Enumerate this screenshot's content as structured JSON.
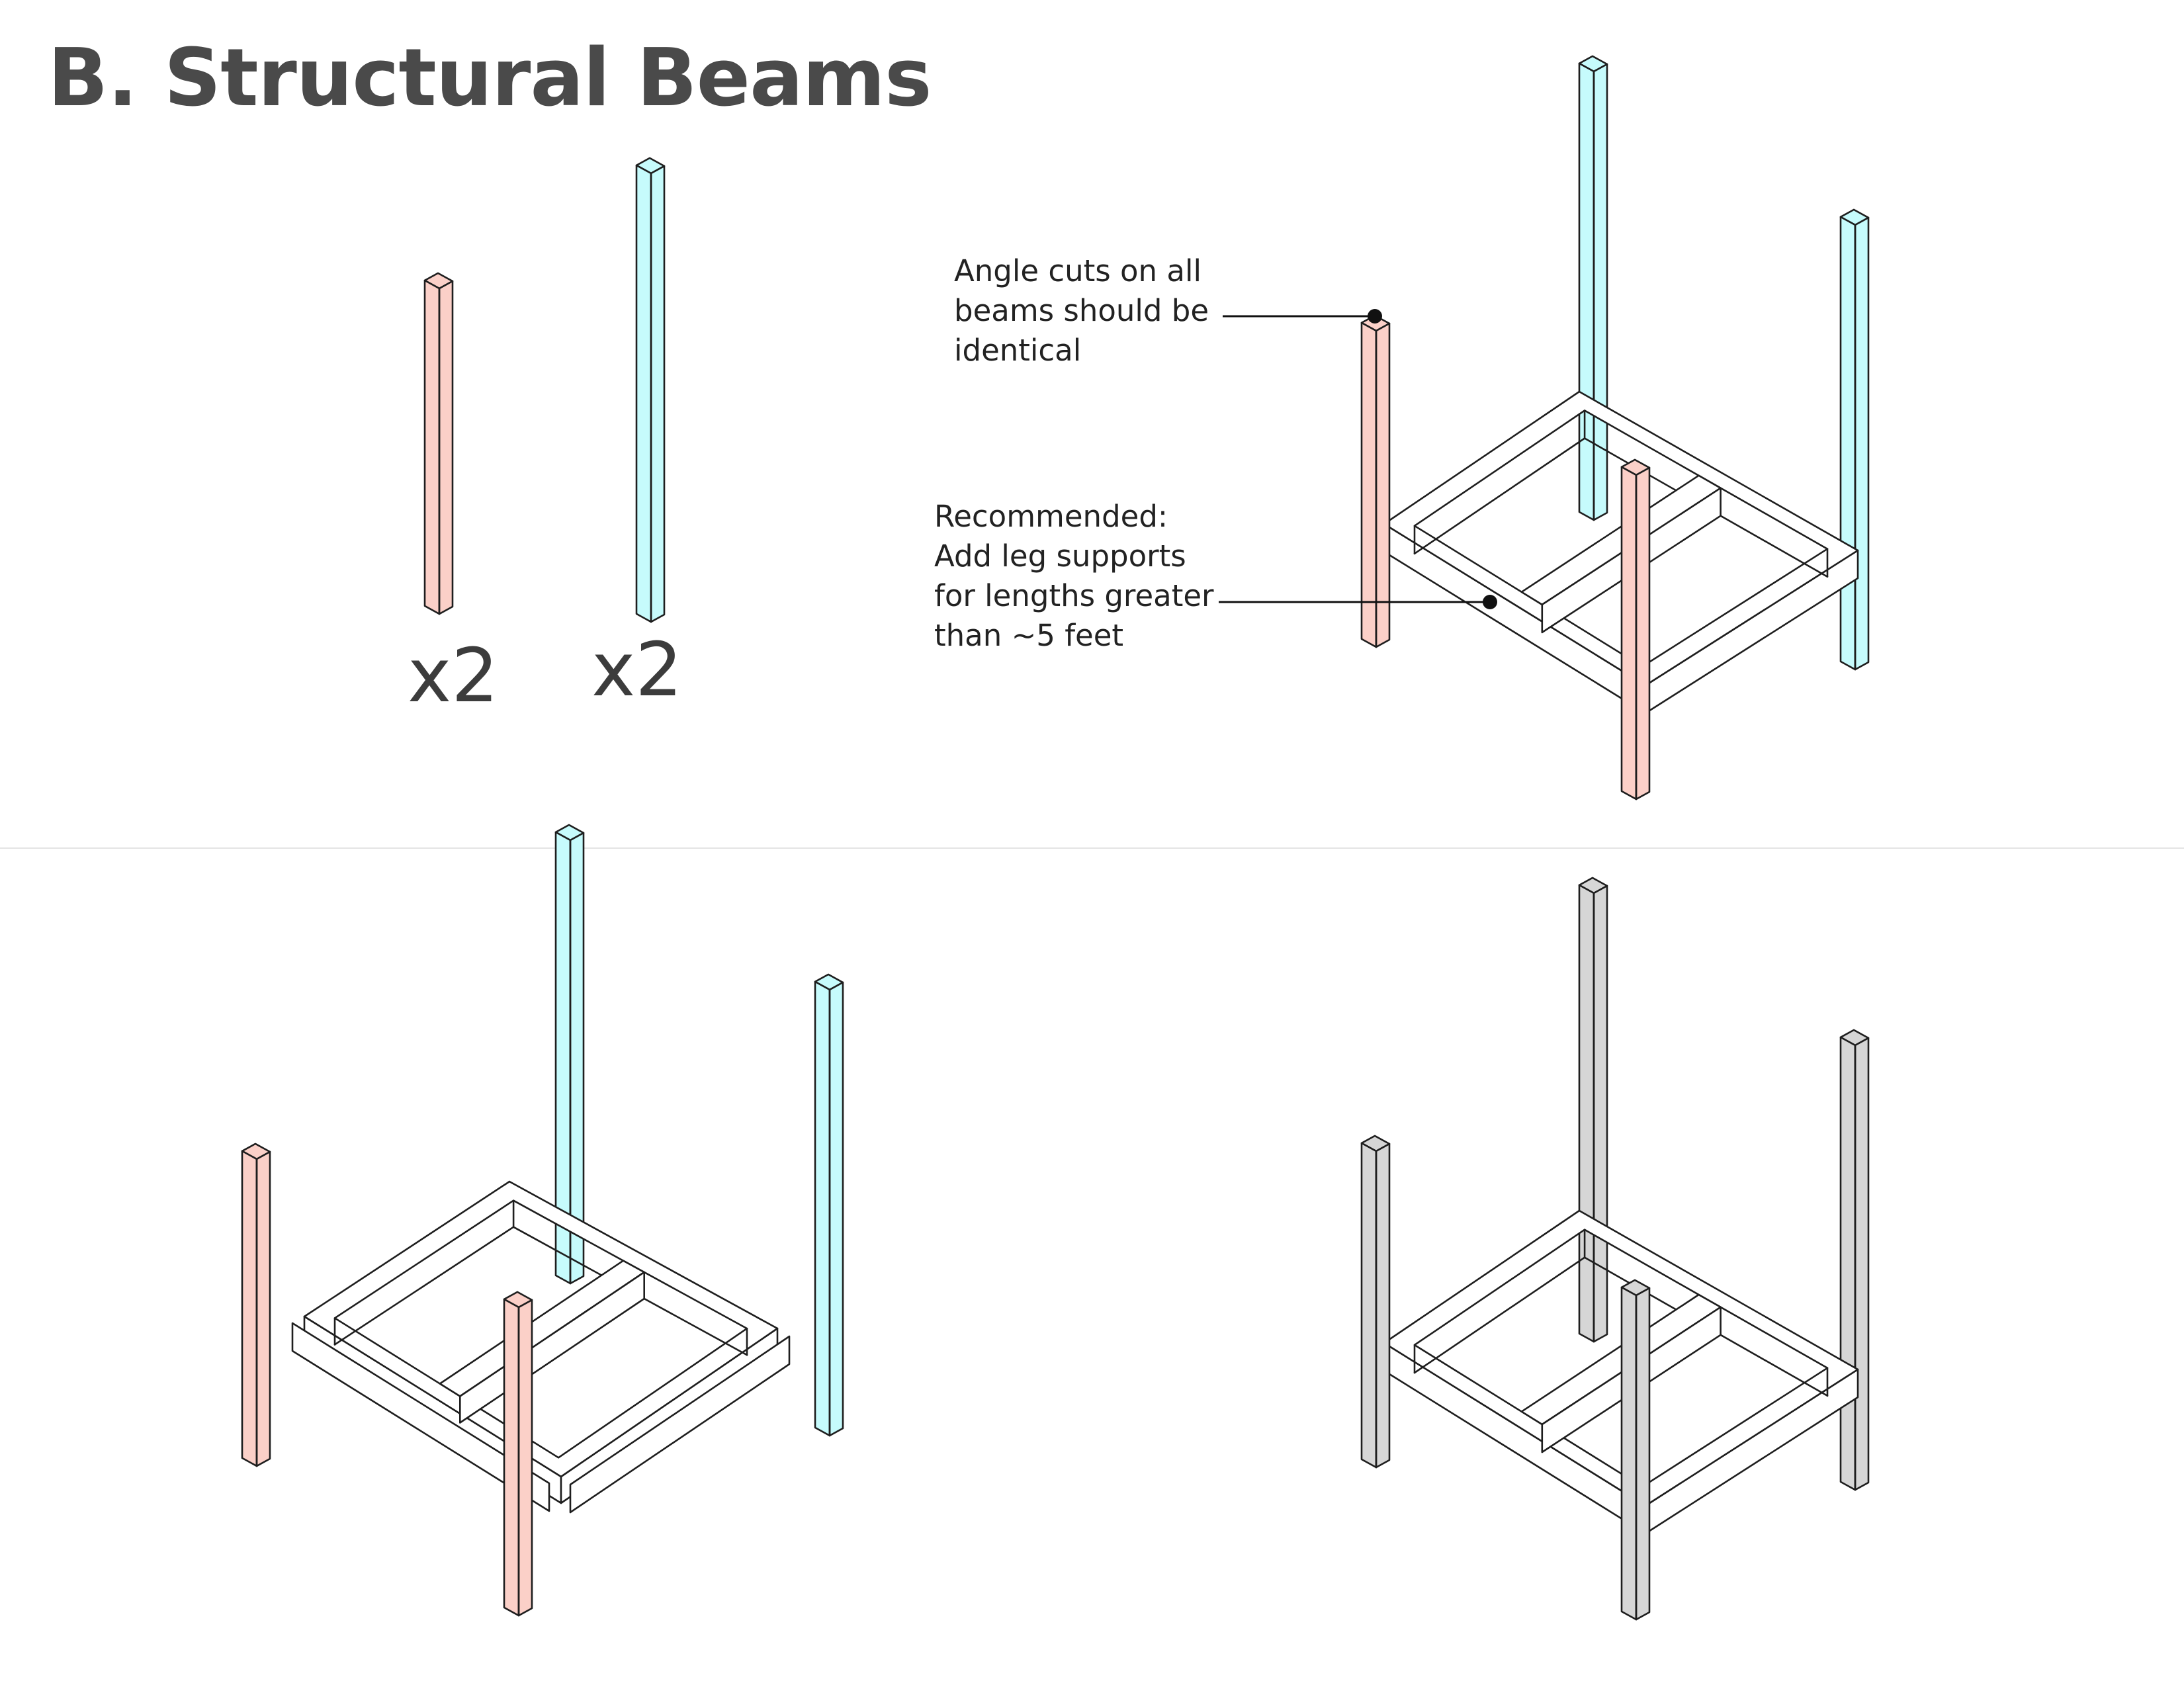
{
  "title": "B. Structural Beams",
  "quantities": [
    "x2",
    "x2"
  ],
  "callouts": {
    "angle_cuts": [
      "Angle cuts on all",
      "beams should be",
      "identical"
    ],
    "leg_supports": [
      "Recommended:",
      "Add leg supports",
      "for lengths greater",
      "than ~5 feet"
    ]
  },
  "colors": {
    "short_beam": "#fbd0c8",
    "long_beam": "#c6fbfc",
    "neutral_beam": "#d6d6d6",
    "frame": "#ffffff",
    "outline": "#1e1e1e",
    "title_text": "#4a4a4a",
    "divider": "#e4e4e4"
  }
}
